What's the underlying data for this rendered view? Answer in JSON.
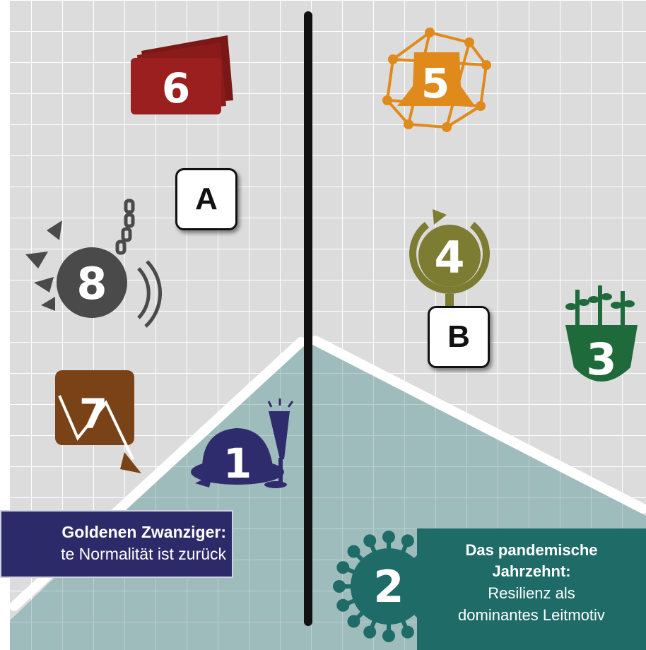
{
  "markers": {
    "m1": "1",
    "m2": "2",
    "m3": "3",
    "m4": "4",
    "m5": "5",
    "m6": "6",
    "m7": "7",
    "m8": "8"
  },
  "boxes": {
    "a": "A",
    "b": "B"
  },
  "labels": {
    "scenario1_title": "Goldenen Zwanziger:",
    "scenario1_text": "te Normalität ist zurück",
    "scenario2_title_line1": "Das pandemische",
    "scenario2_title_line2": "Jahrzehnt:",
    "scenario2_text_line1": "Resilienz als",
    "scenario2_text_line2": "dominantes Leitmotiv"
  },
  "colors": {
    "grid_bg": "#dcdcdc",
    "grid_line": "#ffffff",
    "zone": "#9fbcbc",
    "divider": "#111111",
    "m1": "#2f2c6e",
    "m2": "#1e6b68",
    "m3": "#1f6a3a",
    "m4": "#7d7c33",
    "m5": "#e08a1c",
    "m6": "#9b1f1f",
    "m7": "#7a4317",
    "m8": "#4a4a4a"
  }
}
